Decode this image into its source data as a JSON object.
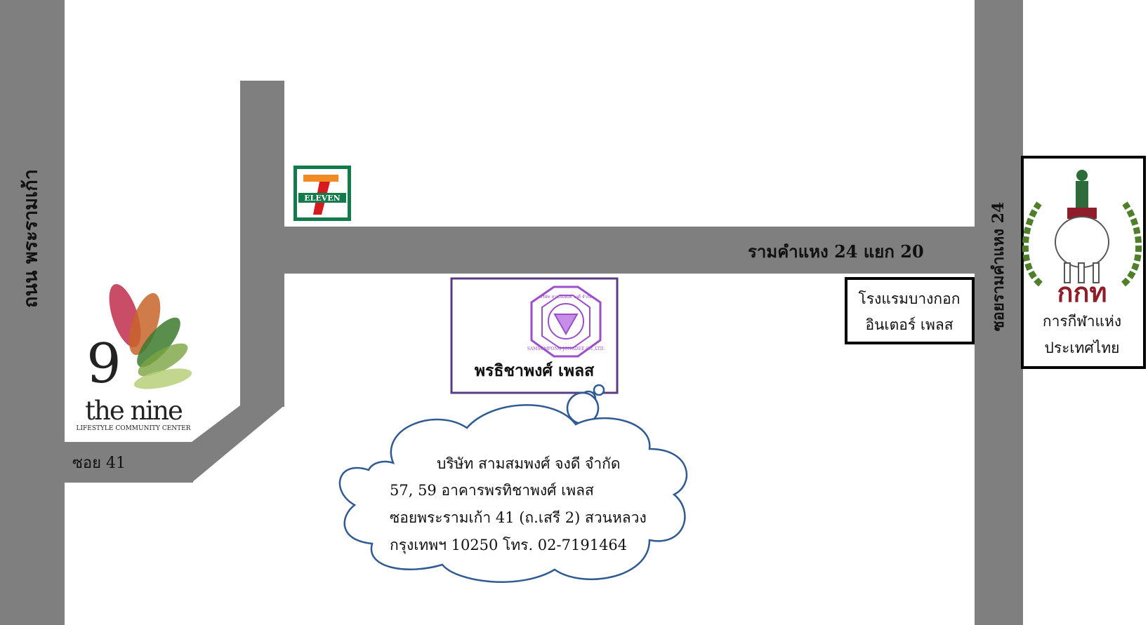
{
  "map": {
    "road_color": "#7f7f7f",
    "background_color": "#ffffff",
    "roads": {
      "main_left": "ถนน พระรามเก้า",
      "soi_41": "ซอย 41",
      "cross_street": "รามคำแหง 24 แยก 20",
      "right_soi": "ซอยรามคำแหง 24"
    },
    "landmarks": {
      "seven_eleven": {
        "brand_text": "ELEVEN",
        "icon": "seven-eleven-logo-icon",
        "colors": {
          "green": "#137a4c",
          "orange": "#f08a22",
          "red": "#d71920"
        }
      },
      "the_nine": {
        "logo_number": "9",
        "name": "the nine",
        "tagline": "LIFESTYLE COMMUNITY CENTER",
        "icon": "the-nine-leaf-logo-icon"
      },
      "destination": {
        "name": "พรธิชาพงศ์ เพลส",
        "seal_top_text": "บริษัท สามสมพงศ์ จงดี จำกัด",
        "seal_bottom_text": "SAMSOMPONG JONGDEE CO.,LTD.",
        "icon": "company-seal-icon",
        "border_color": "#5b3c84",
        "seal_color": "#9c4fc8"
      },
      "hotel": {
        "line1": "โรงแรมบางกอก",
        "line2": "อินเตอร์ เพลส"
      },
      "sports_authority": {
        "logo_text": "กกท",
        "line1": "การกีฬาแห่ง",
        "line2": "ประเทศไทย",
        "icon": "sports-authority-emblem-icon",
        "colors": {
          "maroon": "#8f1d2a",
          "laurel": "#4f7f2a"
        }
      }
    },
    "address_bubble": {
      "border_color": "#2f5b92",
      "line1": "บริษัท สามสมพงศ์ จงดี จำกัด",
      "line2": "57, 59 อาคารพรทิชาพงศ์ เพลส",
      "line3": "ซอยพระรามเก้า 41 (ถ.เสรี 2) สวนหลวง",
      "line4": "กรุงเทพฯ 10250 โทร. 02-7191464"
    }
  }
}
